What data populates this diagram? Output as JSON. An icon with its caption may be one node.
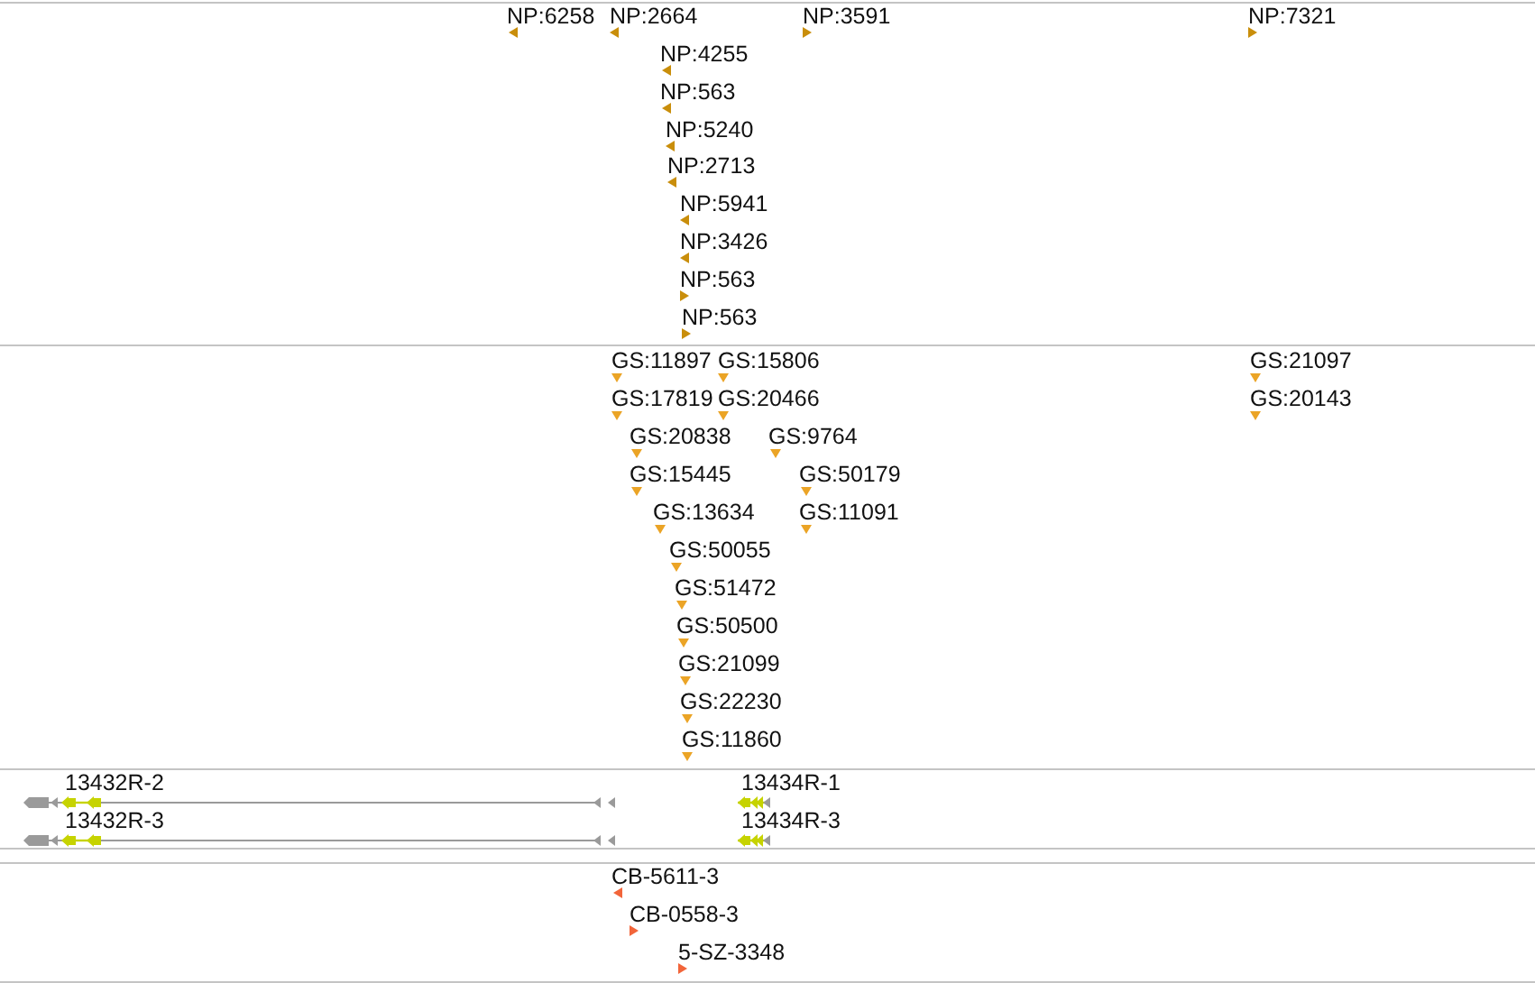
{
  "diagram": {
    "labels": [
      "NP:6258",
      "NP:2664",
      "NP:3591",
      "NP:7321",
      "NP:4255",
      "NP:563",
      "NP:5240",
      "NP:2713",
      "NP:5941",
      "NP:3426",
      "NP:563",
      "NP:563",
      "GS:11897",
      "GS:15806",
      "GS:21097",
      "GS:17819",
      "GS:20466",
      "GS:20143",
      "GS:20838",
      "GS:9764",
      "GS:15445",
      "GS:50179",
      "GS:13634",
      "GS:11091",
      "GS:50055",
      "GS:51472",
      "GS:50500",
      "GS:21099",
      "GS:22230",
      "GS:11860",
      "13432R-2",
      "13434R-1",
      "13432R-3",
      "13434R-3",
      "CB-5611-3",
      "CB-0558-3",
      "5-SZ-3348"
    ]
  }
}
